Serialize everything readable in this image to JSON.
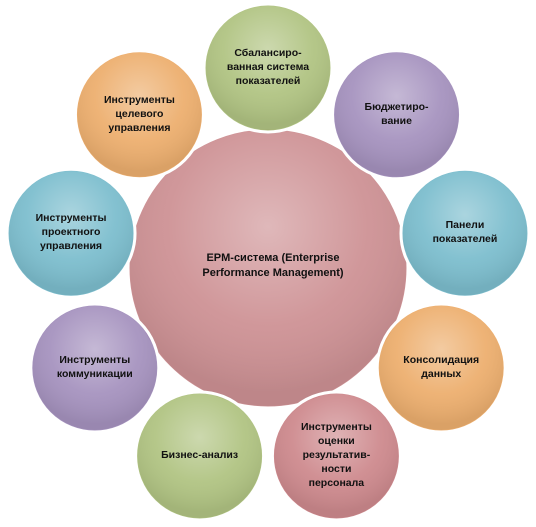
{
  "center": {
    "label": "EPM-система  (Enterprise\nPerformance Management)",
    "color": "#c9868a"
  },
  "nodes": [
    {
      "id": "balanced-scorecard",
      "label": "Сбалансиро-\nванная  система\nпоказателей",
      "color": "#a9be75"
    },
    {
      "id": "budgeting",
      "label": "Бюджетиро-\nвание",
      "color": "#9c87b8"
    },
    {
      "id": "dashboards",
      "label": "Панели\nпоказателей",
      "color": "#6fb7c9"
    },
    {
      "id": "data-consolidation",
      "label": "Консолидация\nданных",
      "color": "#eba65f"
    },
    {
      "id": "performance-evaluation",
      "label": "Инструменты\nоценки\nрезультатив-\nности\nперсонала",
      "color": "#c97d82"
    },
    {
      "id": "business-analysis",
      "label": "Бизнес-анализ",
      "color": "#a9be75"
    },
    {
      "id": "communication-tools",
      "label": "Инструменты\nкоммуникации",
      "color": "#9c87b8"
    },
    {
      "id": "project-management-tools",
      "label": "Инструменты\nпроектного\nуправления",
      "color": "#6fb7c9"
    },
    {
      "id": "target-management-tools",
      "label": "Инструменты\nцелевого\nуправления",
      "color": "#eba65f"
    }
  ]
}
